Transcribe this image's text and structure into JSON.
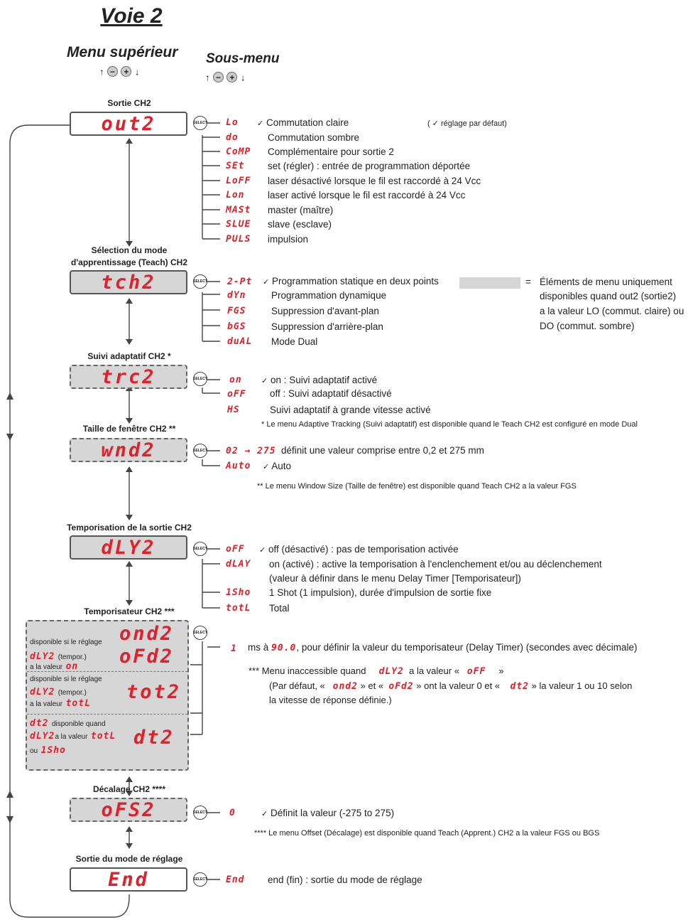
{
  "title": "Voie 2",
  "top_menu": "Menu supérieur",
  "sub_menu": "Sous-menu",
  "controls": {
    "up": "↑",
    "minus": "−",
    "plus": "+",
    "down": "↓",
    "select": "SELECT"
  },
  "check": "✓",
  "default_note": "( ✓  réglage par défaut)",
  "gray_legend": "= Éléments de menu uniquement disponibles quand out2 (sortie2) a la valeur LO (commut. claire) ou DO (commut. sombre)",
  "gray_legend_lines": [
    "Éléments de menu uniquement",
    "disponibles quand out2 (sortie2)",
    "a la valeur LO (commut. claire) ou",
    "DO (commut. sombre)"
  ],
  "eq": "=",
  "sections": [
    {
      "label": "Sortie CH2",
      "display": "out2",
      "options": [
        {
          "code": "Lo",
          "text": "Commutation claire",
          "default": true
        },
        {
          "code": "do",
          "text": "Commutation sombre"
        },
        {
          "code": "CoMP",
          "text": "Complémentaire pour sortie 2"
        },
        {
          "code": "SEt",
          "text": "set (régler) : entrée de programmation déportée"
        },
        {
          "code": "LoFF",
          "text": "laser désactivé lorsque le fil est raccordé à 24 Vcc"
        },
        {
          "code": "Lon",
          "text": "laser activé lorsque le fil est raccordé à 24 Vcc"
        },
        {
          "code": "MASt",
          "text": "master (maître)"
        },
        {
          "code": "SLUE",
          "text": "slave (esclave)"
        },
        {
          "code": "PULS",
          "text": "impulsion"
        }
      ]
    },
    {
      "label": "Sélection du mode",
      "label2": "d'apprentissage (Teach) CH2",
      "display": "tch2",
      "options": [
        {
          "code": "2-Pt",
          "text": "Programmation statique en deux points",
          "default": true
        },
        {
          "code": "dYn",
          "text": "Programmation dynamique"
        },
        {
          "code": "FGS",
          "text": "Suppression d'avant-plan"
        },
        {
          "code": "bGS",
          "text": "Suppression d'arrière-plan"
        },
        {
          "code": "duAL",
          "text": "Mode Dual"
        }
      ]
    },
    {
      "label": "Suivi adaptatif CH2 *",
      "display": "trc2",
      "options": [
        {
          "code": "on",
          "text": "on : Suivi adaptatif activé",
          "default": true
        },
        {
          "code": "oFF",
          "text": "off : Suivi adaptatif désactivé"
        },
        {
          "code": "HS",
          "text": "Suivi adaptatif à grande vitesse activé"
        }
      ],
      "footnote": "*  Le menu Adaptive Tracking (Suivi adaptatif) est disponible quand le Teach CH2 est configuré en mode Dual"
    },
    {
      "label": "Taille de fenêtre CH2 **",
      "display": "wnd2",
      "options": [
        {
          "code": "02 → 275",
          "text": "définit une valeur comprise entre 0,2 et 275 mm"
        },
        {
          "code": "Auto",
          "text": "Auto",
          "default": true
        }
      ],
      "footnote": "** Le menu Window Size (Taille de fenêtre) est disponible quand Teach CH2 a la valeur FGS"
    },
    {
      "label": "Temporisation de la sortie CH2",
      "display": "dLY2",
      "options": [
        {
          "code": "oFF",
          "text": "off (désactivé) : pas de temporisation activée",
          "default": true
        },
        {
          "code": "dLAY",
          "text": "on (activé) : active la temporisation à l'enclenchement et/ou au déclenchement"
        },
        {
          "code": "",
          "text": "(valeur à définir dans le menu Delay Timer [Temporisateur])"
        },
        {
          "code": "1Sho",
          "text": "1 Shot (1 impulsion), durée d'impulsion de sortie fixe"
        },
        {
          "code": "totL",
          "text": "Total"
        }
      ]
    },
    {
      "label": "Temporisateur CH2 ***",
      "range_from": "1",
      "range_to": "90.0",
      "range_text_a": "ms à",
      "range_text_b": ", pour définir la valeur du temporisateur (Delay Timer) (secondes avec décimale)",
      "groups": [
        {
          "l1": "disponible si le réglage",
          "code": "dLY2",
          "l2": "(tempor.)",
          "l3": "a la valeur",
          "val": "on",
          "displays": [
            "ond2",
            "oFd2"
          ]
        },
        {
          "l1": "disponible si le réglage",
          "code": "dLY2",
          "l2": "(tempor.)",
          "l3": "a la valeur",
          "val": "totL",
          "displays": [
            "tot2"
          ]
        },
        {
          "code0": "dt2",
          "l1": "disponible quand",
          "code": "dLY2",
          "l2": "a la valeur",
          "val": "totL",
          "l3": "ou",
          "val2": "1Sho",
          "displays": [
            "dt2"
          ]
        }
      ],
      "footnote_a": "***  Menu inaccessible quand",
      "footnote_code1": "dLY2",
      "footnote_b": "a la valeur «",
      "footnote_code2": "oFF",
      "footnote_c": "»",
      "footnote2_a": "(Par défaut, «",
      "footnote2_code1": "ond2",
      "footnote2_b": "» et «",
      "footnote2_code2": "oFd2",
      "footnote2_c": "» ont la valeur 0 et «",
      "footnote2_code3": "dt2",
      "footnote2_d": "» la valeur 1 ou 10 selon",
      "footnote3": "la vitesse de réponse définie.)"
    },
    {
      "label": "Décalage CH2 ****",
      "display": "oFS2",
      "options": [
        {
          "code": "0",
          "text": "Définit la valeur (-275 to 275)",
          "default": true
        }
      ],
      "footnote": "****  Le menu Offset (Décalage) est disponible quand Teach (Apprent.) CH2 a la valeur FGS ou BGS"
    },
    {
      "label": "Sortie du mode de réglage",
      "display": "End",
      "options": [
        {
          "code": "End",
          "text": "end (fin) : sortie du mode de réglage"
        }
      ]
    }
  ]
}
